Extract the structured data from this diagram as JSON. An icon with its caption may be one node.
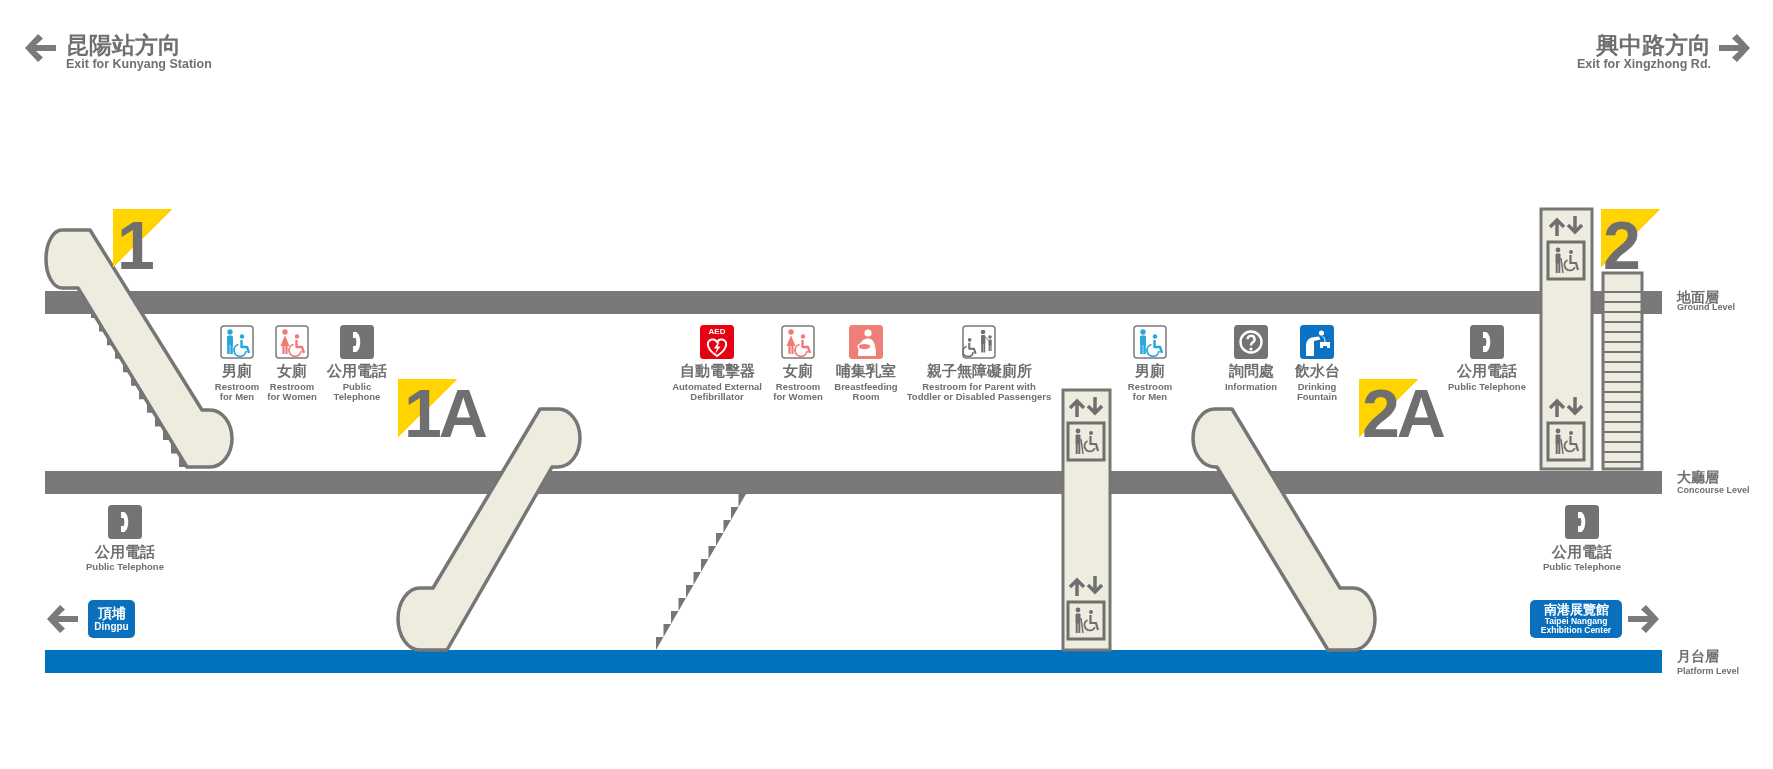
{
  "diagram": {
    "nodes": [
      {
        "text": [
          "頂埔",
          "Dingpu"
        ]
      },
      {
        "text": [
          "南港展覽館",
          "Taipei Nangang Exhibition Center"
        ]
      }
    ],
    "labels": [
      "昆陽站方向",
      "Exit for Kunyang Station",
      "興中路方向",
      "Exit for Xingzhong Rd.",
      "1",
      "2",
      "地面層",
      "Ground Level",
      "男廁",
      "Restroom for Men",
      "女廁",
      "Restroom for Women",
      "公用電話",
      "Public Telephone",
      "AED",
      "自動電擊器",
      "Automated External Defibrillator",
      "女廁",
      "Restroom for Women",
      "哺集乳室",
      "Breastfeeding Room",
      "親子無障礙廁所",
      "Restroom for Parent with Toddler or Disabled Passengers",
      "男廁",
      "Restroom for Men",
      "詢問處",
      "Information",
      "飲水台",
      "Drinking Fountain",
      "公用電話",
      "Public Telephone",
      "1A",
      "2A",
      "大廳層",
      "Concourse Level",
      "公用電話",
      "Public Telephone",
      "公用電話",
      "Public Telephone",
      "月台層",
      "Platform Level"
    ]
  }
}
